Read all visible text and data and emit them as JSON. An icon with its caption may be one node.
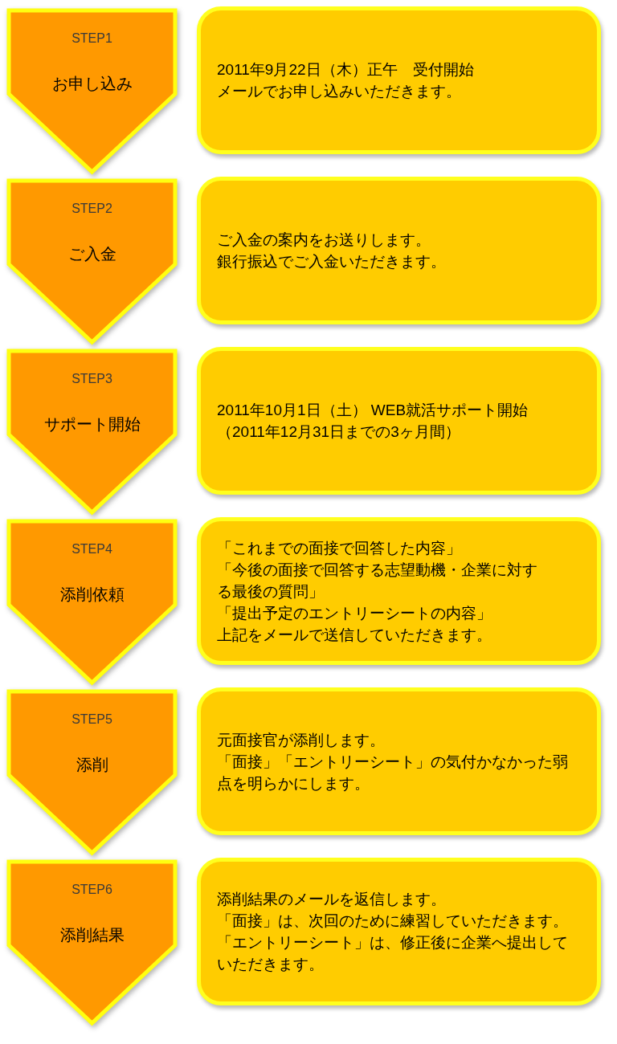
{
  "diagram": {
    "nodes": [
      {
        "text": [
          "STEP1",
          "お申し込み"
        ]
      },
      {
        "text": [
          "2011年9月22日（木）正午　受付開始",
          "メールでお申し込みいただきます。"
        ]
      },
      {
        "text": [
          "STEP2",
          "ご入金"
        ]
      },
      {
        "text": [
          "ご入金の案内をお送りします。",
          "銀行振込でご入金いただきます。"
        ]
      },
      {
        "text": [
          "STEP3",
          "サポート開始"
        ]
      },
      {
        "text": [
          "2011年10月1日（土） WEB就活サポート開始",
          "（2011年12月31日までの3ヶ月間）"
        ]
      },
      {
        "text": [
          "STEP4",
          "添削依頼"
        ]
      },
      {
        "text": [
          "「これまでの面接で回答した内容」",
          "「今後の面接で回答する志望動機・企業に対する最後の質問」",
          "「提出予定のエントリーシートの内容」",
          "上記をメールで送信していただきます。"
        ]
      },
      {
        "text": [
          "STEP5",
          "添削"
        ]
      },
      {
        "text": [
          "元面接官が添削します。",
          "「面接」「エントリーシート」の気付かなかった弱点を明らかにします。"
        ]
      },
      {
        "text": [
          "STEP6",
          "添削結果"
        ]
      },
      {
        "text": [
          "添削結果のメールを返信します。",
          "「面接」は、次回のために練習していただきます。",
          "「エントリーシート」は、修正後に企業へ提出していただきます。"
        ]
      }
    ]
  }
}
